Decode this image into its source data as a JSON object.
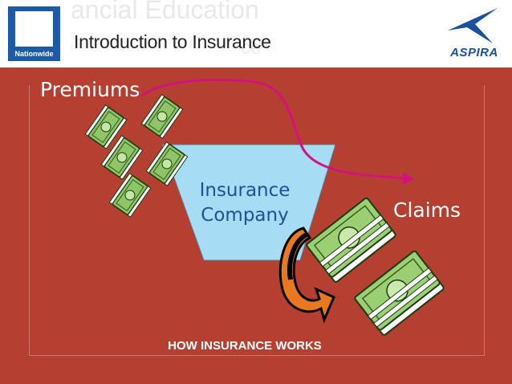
{
  "header": {
    "faint_title": "ancial Education",
    "faint_subtitle": "ce",
    "title": "Introduction to Insurance",
    "logo_left_text": "Nationwide",
    "logo_right_text": "ASPIRA"
  },
  "diagram": {
    "premiums_label": "Premiums",
    "company_label_line1": "Insurance",
    "company_label_line2": "Company",
    "claims_label": "Claims",
    "caption": "HOW INSURANCE WORKS"
  },
  "colors": {
    "background": "#b54032",
    "funnel": "#a7dcf5",
    "arrow": "#d4127a",
    "company_text": "#1f4fa0",
    "money": "#8fc568",
    "brand_blue": "#1f5aa6"
  }
}
